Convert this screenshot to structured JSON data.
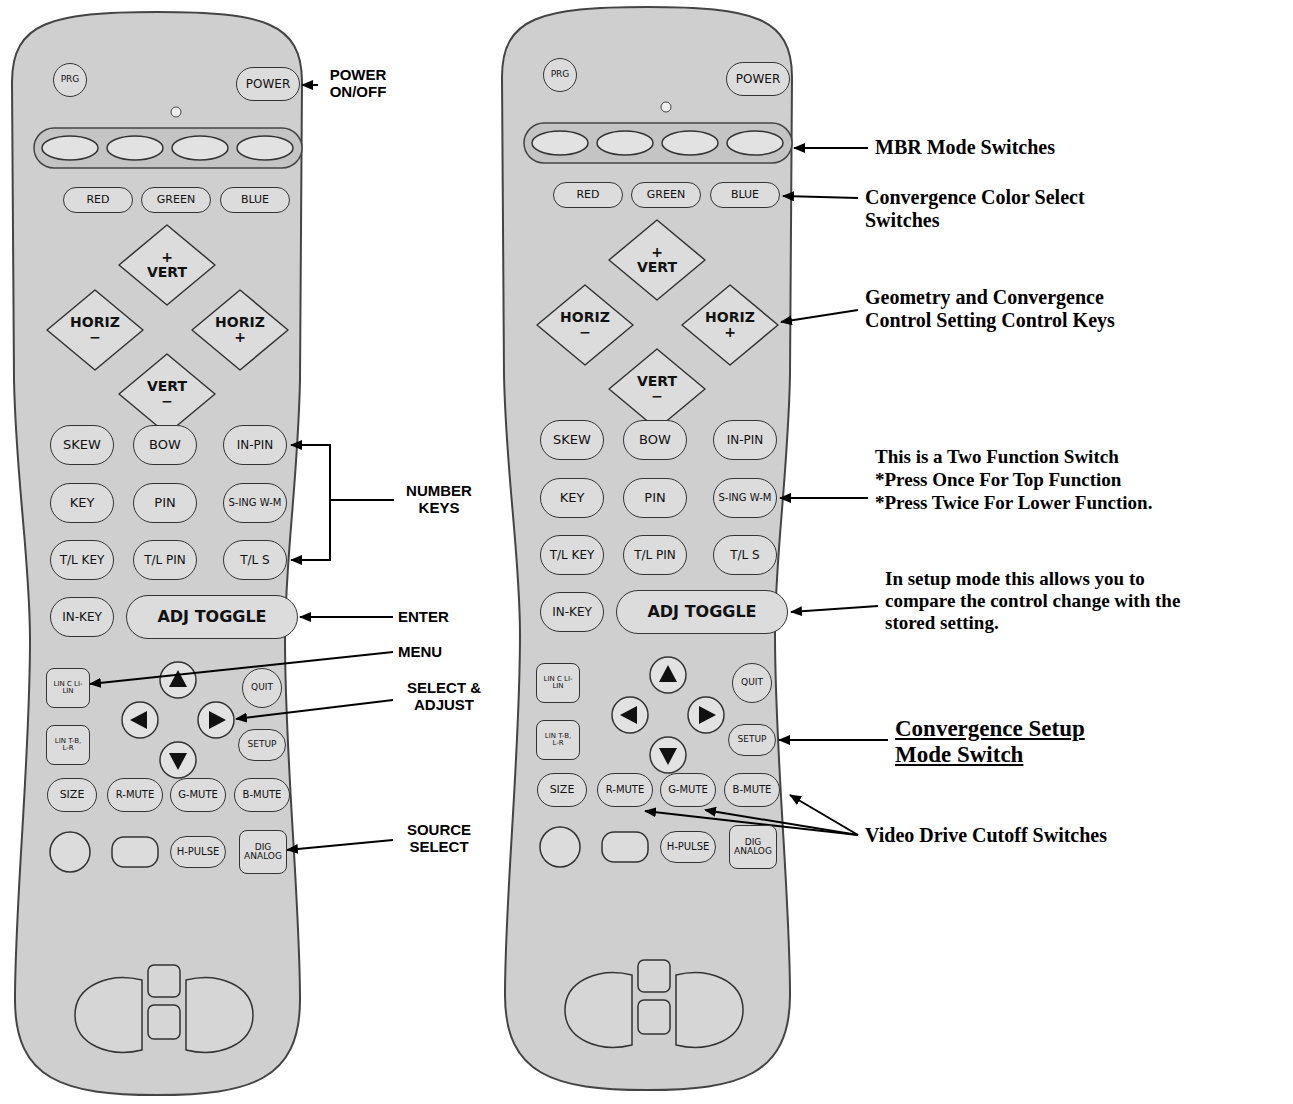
{
  "diagram": {
    "nodes": [
      {
        "text": [
          "PRG"
        ]
      },
      {
        "text": [
          "POWER"
        ]
      },
      {
        "text": [
          "RED"
        ]
      },
      {
        "text": [
          "GREEN"
        ]
      },
      {
        "text": [
          "BLUE"
        ]
      },
      {
        "text": [
          "+ VERT"
        ]
      },
      {
        "text": [
          "HORIZ −"
        ]
      },
      {
        "text": [
          "HORIZ +"
        ]
      },
      {
        "text": [
          "VERT −"
        ]
      },
      {
        "text": [
          "SKEW"
        ]
      },
      {
        "text": [
          "BOW"
        ]
      },
      {
        "text": [
          "IN-PIN"
        ]
      },
      {
        "text": [
          "KEY"
        ]
      },
      {
        "text": [
          "PIN"
        ]
      },
      {
        "text": [
          "S-ING W-M"
        ]
      },
      {
        "text": [
          "T/L KEY"
        ]
      },
      {
        "text": [
          "T/L PIN"
        ]
      },
      {
        "text": [
          "T/L S"
        ]
      },
      {
        "text": [
          "IN-KEY"
        ]
      },
      {
        "text": [
          "ADJ TOGGLE"
        ]
      },
      {
        "text": [
          "LIN C LI-LIN"
        ]
      },
      {
        "text": [
          "QUIT"
        ]
      },
      {
        "text": [
          "LIN T-B, L-R"
        ]
      },
      {
        "text": [
          "SETUP"
        ]
      },
      {
        "text": [
          "SIZE"
        ]
      },
      {
        "text": [
          "R-MUTE"
        ]
      },
      {
        "text": [
          "G-MUTE"
        ]
      },
      {
        "text": [
          "B-MUTE"
        ]
      },
      {
        "text": [
          "H-PULSE"
        ]
      },
      {
        "text": [
          "DIG ANALOG"
        ]
      },
      {
        "text": [
          "PRG"
        ]
      },
      {
        "text": [
          "POWER"
        ]
      },
      {
        "text": [
          "RED"
        ]
      },
      {
        "text": [
          "GREEN"
        ]
      },
      {
        "text": [
          "BLUE"
        ]
      },
      {
        "text": [
          "+ VERT"
        ]
      },
      {
        "text": [
          "HORIZ −"
        ]
      },
      {
        "text": [
          "HORIZ +"
        ]
      },
      {
        "text": [
          "VERT −"
        ]
      },
      {
        "text": [
          "SKEW"
        ]
      },
      {
        "text": [
          "BOW"
        ]
      },
      {
        "text": [
          "IN-PIN"
        ]
      },
      {
        "text": [
          "KEY"
        ]
      },
      {
        "text": [
          "PIN"
        ]
      },
      {
        "text": [
          "S-ING W-M"
        ]
      },
      {
        "text": [
          "T/L KEY"
        ]
      },
      {
        "text": [
          "T/L PIN"
        ]
      },
      {
        "text": [
          "T/L S"
        ]
      },
      {
        "text": [
          "IN-KEY"
        ]
      },
      {
        "text": [
          "ADJ TOGGLE"
        ]
      },
      {
        "text": [
          "LIN C LI-LIN"
        ]
      },
      {
        "text": [
          "QUIT"
        ]
      },
      {
        "text": [
          "LIN T-B, L-R"
        ]
      },
      {
        "text": [
          "SETUP"
        ]
      },
      {
        "text": [
          "SIZE"
        ]
      },
      {
        "text": [
          "R-MUTE"
        ]
      },
      {
        "text": [
          "G-MUTE"
        ]
      },
      {
        "text": [
          "B-MUTE"
        ]
      },
      {
        "text": [
          "H-PULSE"
        ]
      },
      {
        "text": [
          "DIG ANALOG"
        ]
      }
    ],
    "labels": [
      "POWER ON/OFF",
      "NUMBER KEYS",
      "ENTER",
      "MENU",
      "SELECT & ADJUST",
      "SOURCE SELECT",
      "MBR Mode Switches",
      "Convergence Color Select Switches",
      "Geometry and Convergence Control Setting Control Keys",
      "This is a Two Function Switch",
      "*Press Once For Top Function",
      "*Press Twice For Lower Function.",
      "In setup mode this allows you to compare the control change with the stored setting.",
      "Convergence Setup Mode Switch",
      "Video Drive Cutoff Switches"
    ]
  }
}
